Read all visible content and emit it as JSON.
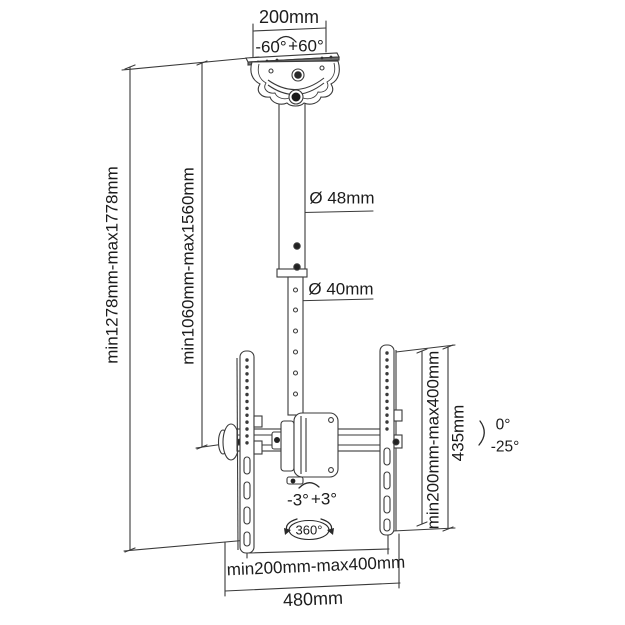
{
  "diagram_title": "ceiling-tv-mount-dimension-drawing",
  "colors": {
    "background": "#ffffff",
    "line": "#3a3a3a",
    "text": "#1c1c1c",
    "metal_dark": "#6e6e6e"
  },
  "labels": {
    "plate_width": "200mm",
    "swivel_neg": "-60°",
    "swivel_pos": "+60°",
    "total_height": "min1278mm-max1778mm",
    "pole_height": "min1060mm-max1560mm",
    "upper_pole_diameter": "Ø 48mm",
    "lower_pole_diameter": "Ø 40mm",
    "vesa_vertical_range": "min200mm-max400mm",
    "bracket_height": "435mm",
    "tilt_zero": "0°",
    "tilt_down": "-25°",
    "level_neg": "-3°",
    "level_pos": "+3°",
    "rotation": "360°",
    "vesa_horizontal_range": "min200mm-max400mm",
    "bracket_width": "480mm"
  }
}
